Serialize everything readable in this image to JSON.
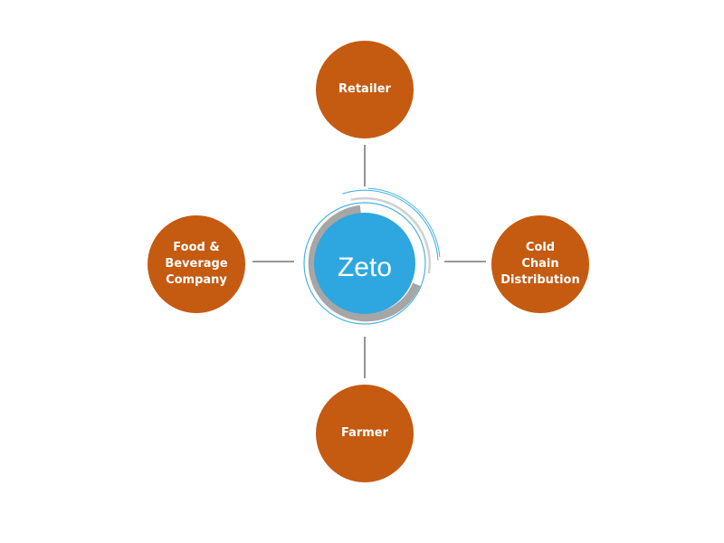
{
  "hub": {
    "label": "Zeto"
  },
  "nodes": [
    {
      "id": "retailer",
      "label": "Retailer",
      "position": "top"
    },
    {
      "id": "cold",
      "label": "Cold\nChain\nDistribution",
      "position": "right"
    },
    {
      "id": "farmer",
      "label": "Farmer",
      "position": "bottom"
    },
    {
      "id": "food",
      "label": "Food &\nBeverage\nCompany",
      "position": "left"
    }
  ],
  "colors": {
    "node_fill": "#C55A11",
    "hub_fill": "#2EA7E0",
    "hub_ring": "#A6A6A6",
    "hub_accent": "#47B3E6",
    "connector": "#595959",
    "label_text": "#FFFFFF"
  }
}
